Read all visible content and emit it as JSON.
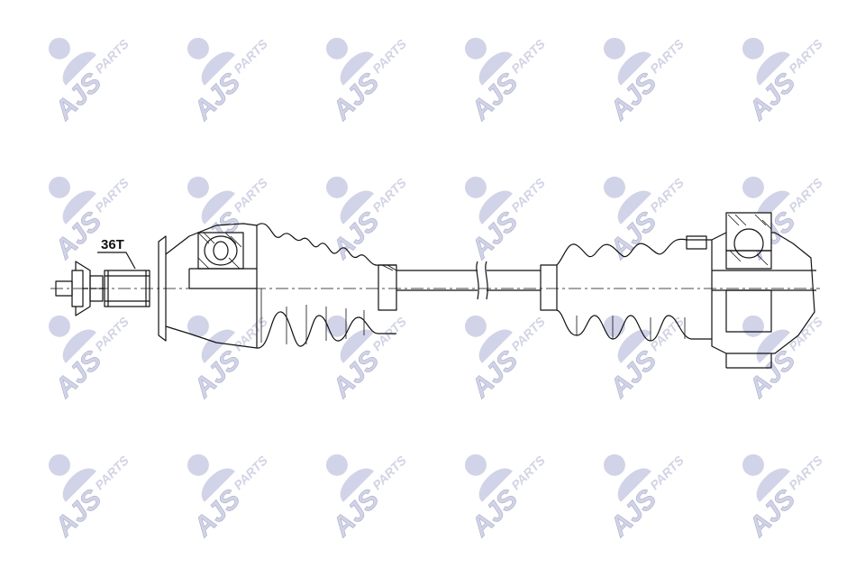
{
  "watermark": {
    "brand": "AJS",
    "suffix": "PARTS",
    "color": "#c9cde6",
    "rows": 4,
    "cols": 6
  },
  "drawing": {
    "spline_label": "36T",
    "line_color": "#111111"
  }
}
